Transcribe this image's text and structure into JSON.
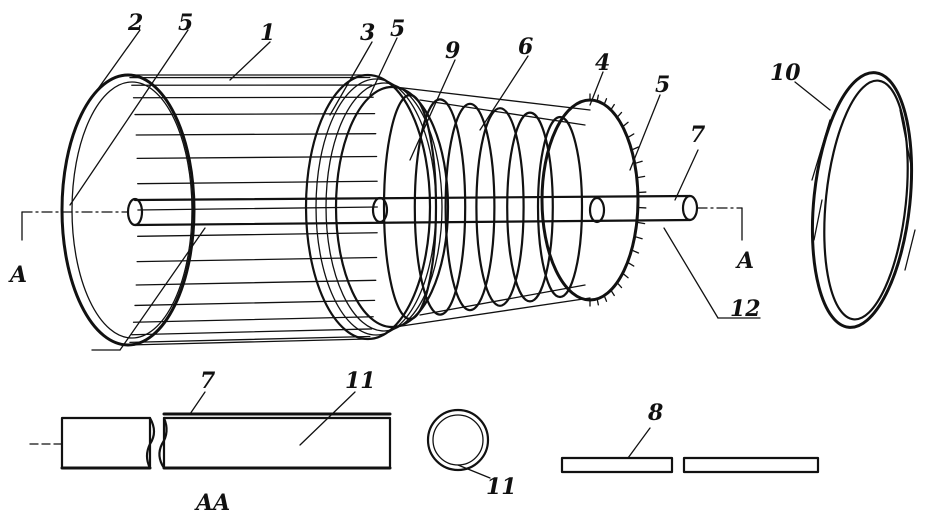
{
  "labels": {
    "l1": "1",
    "l2": "2",
    "l3": "3",
    "l4": "4",
    "l5a": "5",
    "l5b": "5",
    "l5c": "5",
    "l6": "6",
    "l7a": "7",
    "l7b": "7",
    "l8": "8",
    "l9": "9",
    "l10": "10",
    "l11a": "11",
    "l11b": "11",
    "l12": "12",
    "section_a_left": "A",
    "section_a_right": "A",
    "section_title": "AA"
  },
  "colors": {
    "ink": "#111111",
    "paper": "#ffffff"
  }
}
